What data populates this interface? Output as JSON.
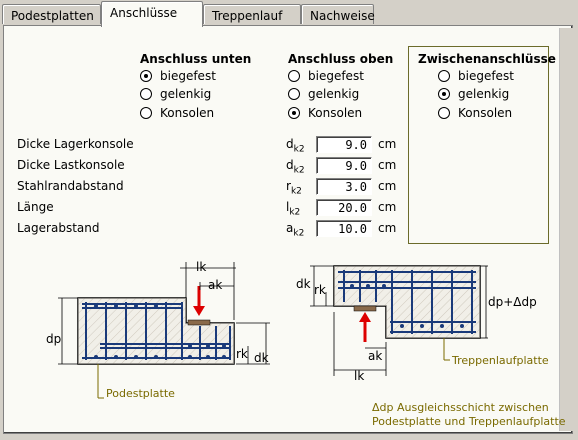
{
  "tabs": [
    "Podestplatten",
    "Anschlüsse",
    "Treppenlauf",
    "Nachweise"
  ],
  "active_tab": 1,
  "groups": {
    "unten": {
      "title": "Anschluss unten",
      "options": [
        "biegefest",
        "gelenkig",
        "Konsolen"
      ],
      "selected": 0
    },
    "oben": {
      "title": "Anschluss oben",
      "options": [
        "biegefest",
        "gelenkig",
        "Konsolen"
      ],
      "selected": 2
    },
    "zwischen": {
      "title": "Zwischenanschlüsse",
      "options": [
        "biegefest",
        "gelenkig",
        "Konsolen"
      ],
      "selected": 1
    }
  },
  "params": [
    {
      "label": "Dicke Lagerkonsole",
      "sym": "d",
      "sub": "k2",
      "value": "9.0",
      "unit": "cm"
    },
    {
      "label": "Dicke Lastkonsole",
      "sym": "d",
      "sub": "k2",
      "value": "9.0",
      "unit": "cm"
    },
    {
      "label": "Stahlrandabstand",
      "sym": "r",
      "sub": "k2",
      "value": "3.0",
      "unit": "cm"
    },
    {
      "label": "Länge",
      "sym": "l",
      "sub": "k2",
      "value": "20.0",
      "unit": "cm"
    },
    {
      "label": "Lagerabstand",
      "sym": "a",
      "sub": "k2",
      "value": "10.0",
      "unit": "cm"
    }
  ],
  "diagram_labels": {
    "lk": "lk",
    "ak": "ak",
    "dp": "dp",
    "rk": "rk",
    "dk": "dk",
    "dp_delta": "dp+Δdp",
    "podest": "Podestplatte",
    "treppen": "Treppenlaufplatte"
  },
  "note_lines": [
    "Δdp Ausgleichsschicht zwischen",
    "Podestplatte und Treppenlaufplatte"
  ],
  "colors": {
    "panel": "#fafaf5",
    "accent": "#7a6a00",
    "arrow": "#dd0000",
    "rebar": "#1a3a7a"
  }
}
